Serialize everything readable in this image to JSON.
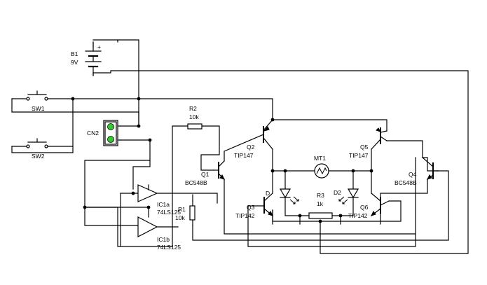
{
  "labels": {
    "b1_name": "B1",
    "b1_value": "9V",
    "b1_plus": "+",
    "sw1": "SW1",
    "sw2": "SW2",
    "cn2": "CN2",
    "r2_name": "R2",
    "r2_value": "10k",
    "r1_name": "R1",
    "r1_value": "10k",
    "r3_name": "R3",
    "r3_value": "1k",
    "ic1a_name": "IC1a",
    "ic1a_part": "74LS125",
    "ic1b_name": "IC1b",
    "ic1b_part": "74LS125",
    "q1_name": "Q1",
    "q1_part": "BC548B",
    "q2_name": "Q2",
    "q2_part": "TIP147",
    "q3_name": "Q3",
    "q3_part": "TIP142",
    "q4_name": "Q4",
    "q4_part": "BC548B",
    "q5_name": "Q5",
    "q5_part": "TIP147",
    "q6_name": "Q6",
    "q6_part": "TIP142",
    "mt1": "MT1",
    "d1": "D",
    "d2": "D2"
  },
  "colors": {
    "wire": "#000000",
    "led": "#2ecc2e",
    "background": "#ffffff"
  }
}
